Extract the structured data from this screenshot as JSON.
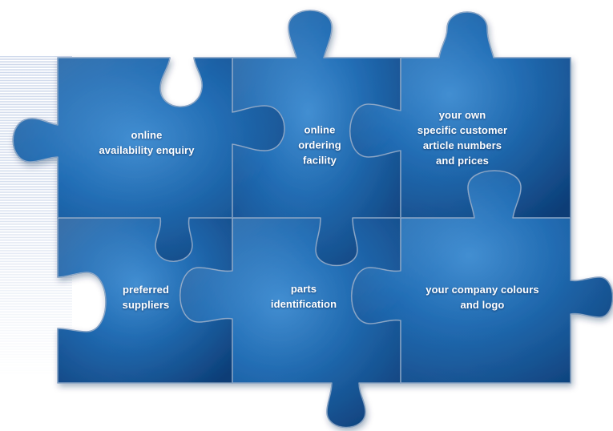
{
  "pieces": [
    {
      "id": "availability",
      "label": "online\navailability enquiry",
      "interactable": false
    },
    {
      "id": "ordering",
      "label": "online\nordering\nfacility",
      "interactable": false
    },
    {
      "id": "article-numbers",
      "label": "your own\nspecific customer\narticle numbers\nand prices",
      "interactable": false
    },
    {
      "id": "suppliers",
      "label": "preferred\nsuppliers",
      "interactable": false
    },
    {
      "id": "parts",
      "label": "parts\nidentification",
      "interactable": false
    },
    {
      "id": "colours",
      "label": "your company colours\nand logo",
      "interactable": false
    }
  ],
  "colors": {
    "piece_light": "#2f7cc4",
    "piece_mid": "#145ea8",
    "piece_dark": "#0a3f7a",
    "seam": "#6c8fb8",
    "text": "#ffffff"
  }
}
